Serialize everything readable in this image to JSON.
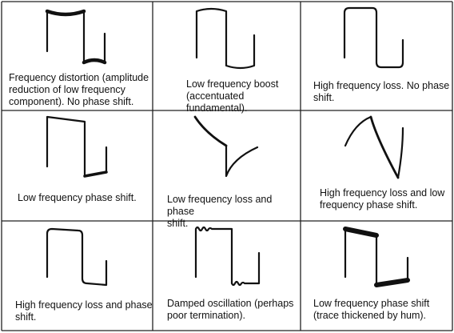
{
  "cells": [
    {
      "caption": "Frequency distortion (amplitude\nreduction of low frequency\ncomponent).  No phase shift."
    },
    {
      "caption": "Low frequency boost\n(accentuated fundamental)."
    },
    {
      "caption": "High frequency loss.  No phase\nshift."
    },
    {
      "caption": "Low frequency phase shift."
    },
    {
      "caption": "Low frequency loss and phase\nshift."
    },
    {
      "caption": "High frequency loss and low\nfrequency phase shift."
    },
    {
      "caption": "High frequency loss and phase\nshift."
    },
    {
      "caption": "Damped oscillation (perhaps\npoor termination)."
    },
    {
      "caption": "Low frequency phase shift\n(trace thickened by hum)."
    }
  ]
}
